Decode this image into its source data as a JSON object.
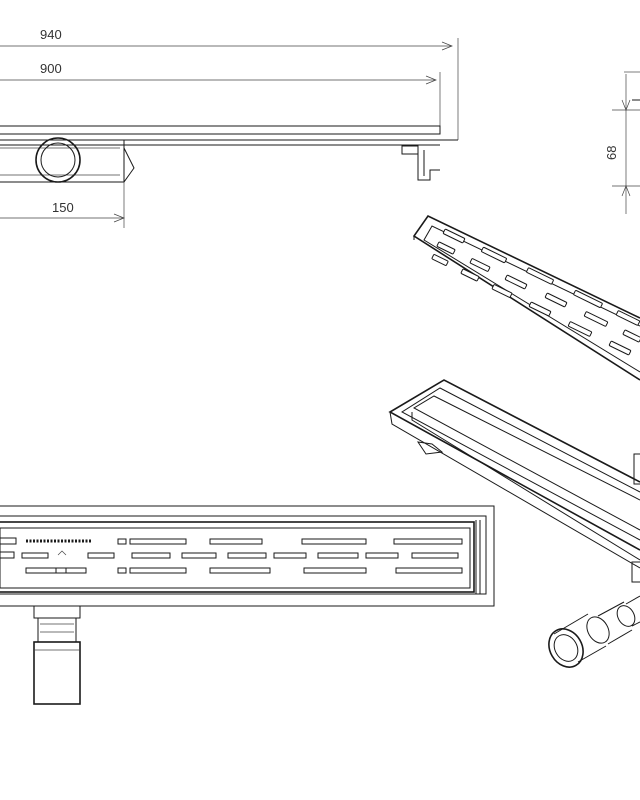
{
  "dimensions": {
    "overall_length": "940",
    "grate_length": "900",
    "outlet_offset": "150",
    "height": "68"
  },
  "colors": {
    "line": "#1a1a1a",
    "text": "#333333",
    "background": "#ffffff"
  }
}
